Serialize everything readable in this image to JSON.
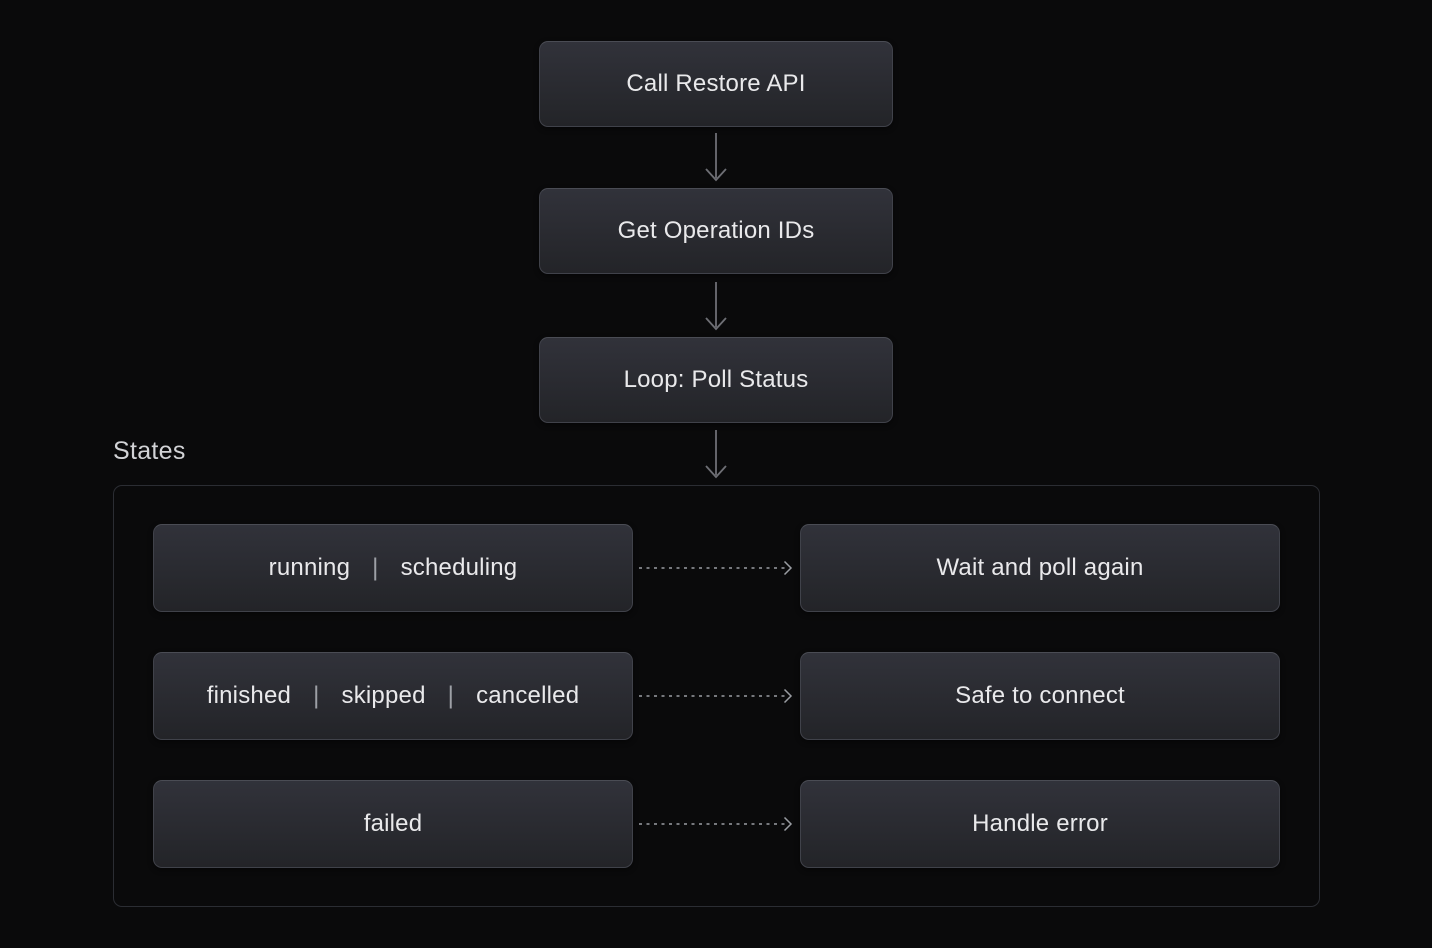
{
  "flow": {
    "steps": [
      {
        "label": "Call Restore API"
      },
      {
        "label": "Get Operation IDs"
      },
      {
        "label": "Loop: Poll Status"
      }
    ]
  },
  "states": {
    "title": "States",
    "separator": "|",
    "rows": [
      {
        "states": [
          "running",
          "scheduling"
        ],
        "outcome": "Wait and poll again"
      },
      {
        "states": [
          "finished",
          "skipped",
          "cancelled"
        ],
        "outcome": "Safe to connect"
      },
      {
        "states": [
          "failed"
        ],
        "outcome": "Handle error"
      }
    ]
  },
  "colors": {
    "background": "#0a0a0b",
    "node_fill_top": "#31323a",
    "node_fill_bottom": "#232428",
    "node_border": "#40424a",
    "node_text": "#e9e9eb",
    "container_border": "#2b2d33",
    "section_title_text": "#d2d3d6",
    "solid_arrow": "#6e6f75",
    "dashed_arrow": "#9a9da3",
    "state_separator": "#9da0a6"
  }
}
